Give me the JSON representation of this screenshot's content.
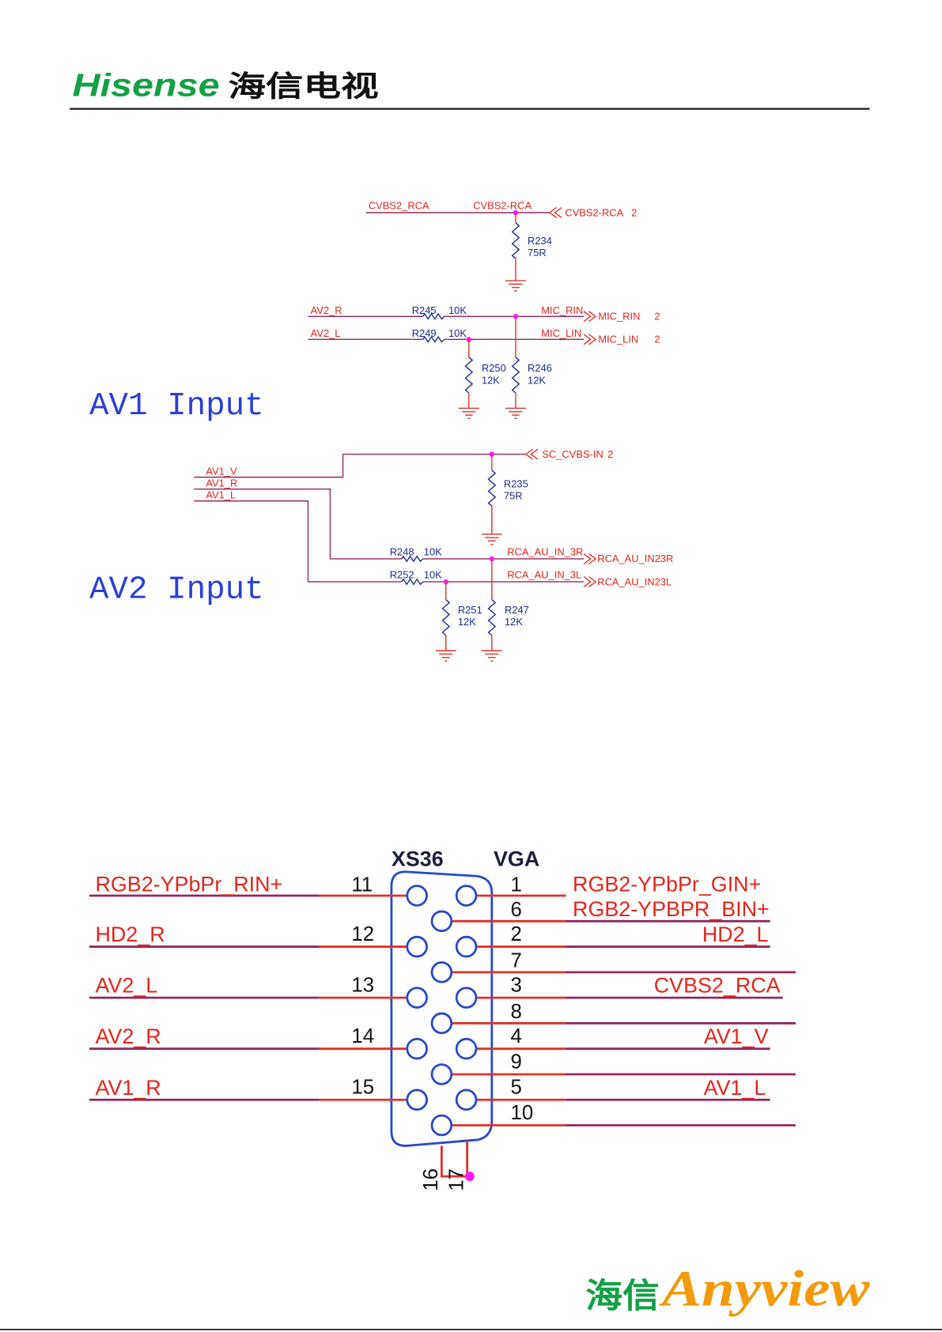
{
  "header": {
    "brand": "Hisense",
    "brand_cn": "海信电视"
  },
  "section_labels": {
    "av1": "AV1 Input",
    "av2": "AV2 Input"
  },
  "cvbs2_block": {
    "net_left": "CVBS2_RCA",
    "net_junction": "CVBS2-RCA",
    "port": {
      "name": "CVBS2-RCA",
      "sheet": "2"
    },
    "termination": {
      "ref": "R234",
      "value": "75R"
    }
  },
  "mic_block": {
    "right": {
      "input": "AV2_R",
      "series": {
        "ref": "R245",
        "value": "10K"
      },
      "net": "MIC_RIN",
      "port": {
        "name": "MIC_RIN",
        "sheet": "2"
      },
      "shunt": {
        "ref": "R246",
        "value": "12K"
      }
    },
    "left": {
      "input": "AV2_L",
      "series": {
        "ref": "R249",
        "value": "10K"
      },
      "net": "MIC_LIN",
      "port": {
        "name": "MIC_LIN",
        "sheet": "2"
      },
      "shunt": {
        "ref": "R250",
        "value": "12K"
      }
    }
  },
  "av1_block": {
    "inputs": {
      "video": "AV1_V",
      "right": "AV1_R",
      "left": "AV1_L"
    },
    "video": {
      "port": {
        "name": "SC_CVBS-IN",
        "sheet": "2"
      },
      "termination": {
        "ref": "R235",
        "value": "75R"
      }
    },
    "right": {
      "series": {
        "ref": "R248",
        "value": "10K"
      },
      "net": "RCA_AU_IN_3R",
      "port": {
        "name": "RCA_AU_IN23R"
      },
      "shunt": {
        "ref": "R247",
        "value": "12K"
      }
    },
    "left": {
      "series": {
        "ref": "R252",
        "value": "10K"
      },
      "net": "RCA_AU_IN_3L",
      "port": {
        "name": "RCA_AU_IN23L"
      },
      "shunt": {
        "ref": "R251",
        "value": "12K"
      }
    }
  },
  "connector": {
    "ref": "XS36",
    "type": "VGA",
    "left_pins": [
      {
        "pin": "11",
        "net": "RGB2-YPbPr_RIN+"
      },
      {
        "pin": "12",
        "net": "HD2_R"
      },
      {
        "pin": "13",
        "net": "AV2_L"
      },
      {
        "pin": "14",
        "net": "AV2_R"
      },
      {
        "pin": "15",
        "net": "AV1_R"
      }
    ],
    "right_pins": [
      {
        "pin": "1",
        "net": "RGB2-YPbPr_GIN+"
      },
      {
        "pin": "6",
        "net": "RGB2-YPBPR_BIN+"
      },
      {
        "pin": "2",
        "net": "HD2_L"
      },
      {
        "pin": "7"
      },
      {
        "pin": "3",
        "net": "CVBS2_RCA"
      },
      {
        "pin": "8"
      },
      {
        "pin": "4",
        "net": "AV1_V"
      },
      {
        "pin": "9"
      },
      {
        "pin": "5",
        "net": "AV1_L"
      },
      {
        "pin": "10"
      }
    ],
    "shell_pins": [
      "16",
      "17"
    ]
  },
  "footer": {
    "brand_cn": "海信",
    "brand": "Anyview"
  },
  "colors": {
    "net_label": "#e3261c",
    "wire": "#93285f",
    "lead": "#e2302a",
    "component": "#1d2a8f",
    "junction": "#ff1aff",
    "section_label": "#2b3fd6",
    "connector_outline": "#2848c8",
    "brand_green": "#14a046",
    "brand_orange": "#f39a0b"
  }
}
